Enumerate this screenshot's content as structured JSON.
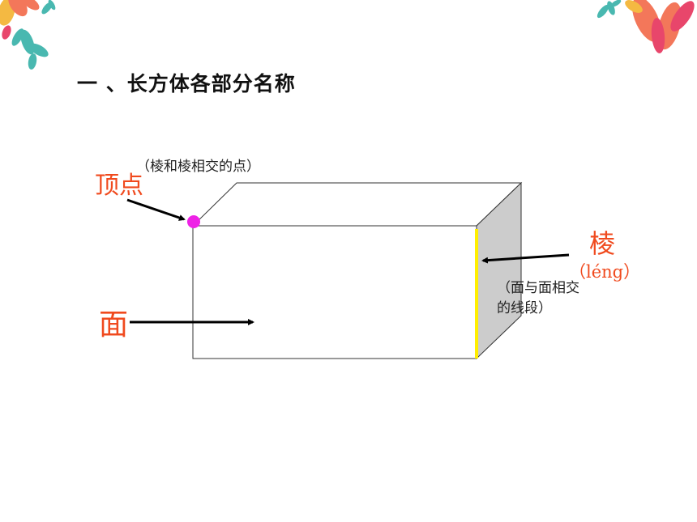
{
  "title": "一 、长方体各部分名称",
  "labels": {
    "vertex": "顶点",
    "vertex_note": "（棱和棱相交的点）",
    "face": "面",
    "edge": "棱",
    "edge_pinyin": "（léng）",
    "edge_note": "（面与面相交的线段）"
  },
  "colors": {
    "label": "#f04a1e",
    "vertex_dot": "#ee22e6",
    "edge_highlight": "#ffee00",
    "side_face": "#cccccc",
    "outline": "#333333",
    "arrow": "#000000"
  },
  "decorations": {
    "top_left": "leaf-decoration",
    "top_right": "leaf-decoration"
  }
}
